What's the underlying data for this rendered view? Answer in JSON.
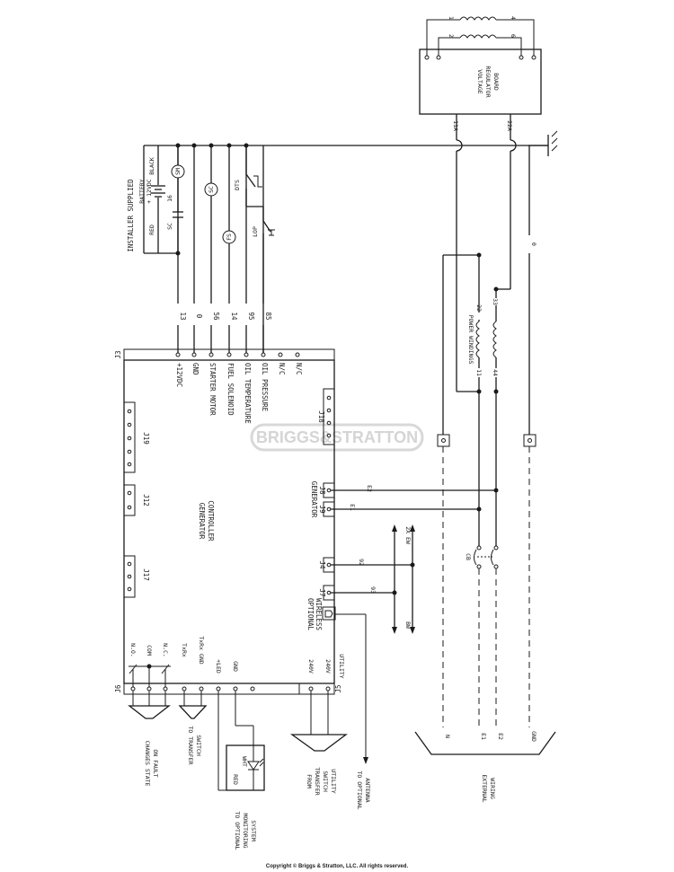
{
  "controller": {
    "name": "GENERATOR CONTROLLER",
    "connectors": [
      "J3",
      "J19",
      "J12",
      "J17",
      "J6",
      "J5",
      "J18",
      "J8",
      "J9",
      "J4",
      "J7"
    ],
    "generator_label": "GENERATOR",
    "j3_pins": [
      "+12VDC",
      "GND",
      "STARTER MOTOR",
      "FUEL SOLENOID",
      "OIL TEMPERATURE",
      "OIL PRESSURE",
      "N/C",
      "N/C"
    ],
    "j3_wires": [
      "13",
      "0",
      "56",
      "14",
      "95",
      "85"
    ],
    "j6_labels": [
      "N.O.",
      "COM",
      "N.C.",
      "TxRx",
      "TxRx GND",
      "+LED",
      "GND"
    ],
    "j5_labels": [
      "240V",
      "240V",
      "UTILITY"
    ],
    "optional_wireless": "OPTIONAL WIRELESS"
  },
  "installer": {
    "title": "INSTALLER SUPPLIED",
    "battery": [
      "BATTERY",
      "+ 12VDC"
    ],
    "red": "RED",
    "black": "BLACK",
    "wire_16": "16",
    "sc": "SC",
    "sm": "SM",
    "fs": "FS",
    "dts": "DTS",
    "lop": "LOP"
  },
  "regulator": {
    "title": "VOLTAGE REGULATOR BOARD",
    "coil_pins": [
      "1",
      "4",
      "2",
      "6"
    ],
    "wires": [
      "11A",
      "22A"
    ]
  },
  "windings": {
    "title": "POWER WINDINGS",
    "left": [
      "11",
      "44"
    ],
    "right": [
      "22",
      "33"
    ],
    "ground_wire": "0"
  },
  "field": {
    "e_labels": [
      "E2",
      "E1"
    ],
    "wires": [
      "92",
      "93"
    ],
    "ew": "2X EW",
    "bw": "BW",
    "breaker": "CB"
  },
  "external": {
    "title": "EXTERNAL WIRING",
    "lines": [
      "N",
      "E1",
      "E2",
      "GND"
    ]
  },
  "callouts": {
    "fault": "CHANGES STATE ON FAULT",
    "transfer": "TO TRANSFER SWITCH",
    "monitoring": "TO OPTIONAL MONITORING SYSTEM",
    "led_red": "RED",
    "led_wht": "WHT",
    "from_utility": "FROM TRANSFER SWITCH UTILITY",
    "antenna": "TO OPTIONAL ANTENNA"
  },
  "watermark": "BRIGGS&STRATTON",
  "footer": {
    "copyright": "Copyright © Briggs & Stratton, LLC. All rights reserved."
  }
}
